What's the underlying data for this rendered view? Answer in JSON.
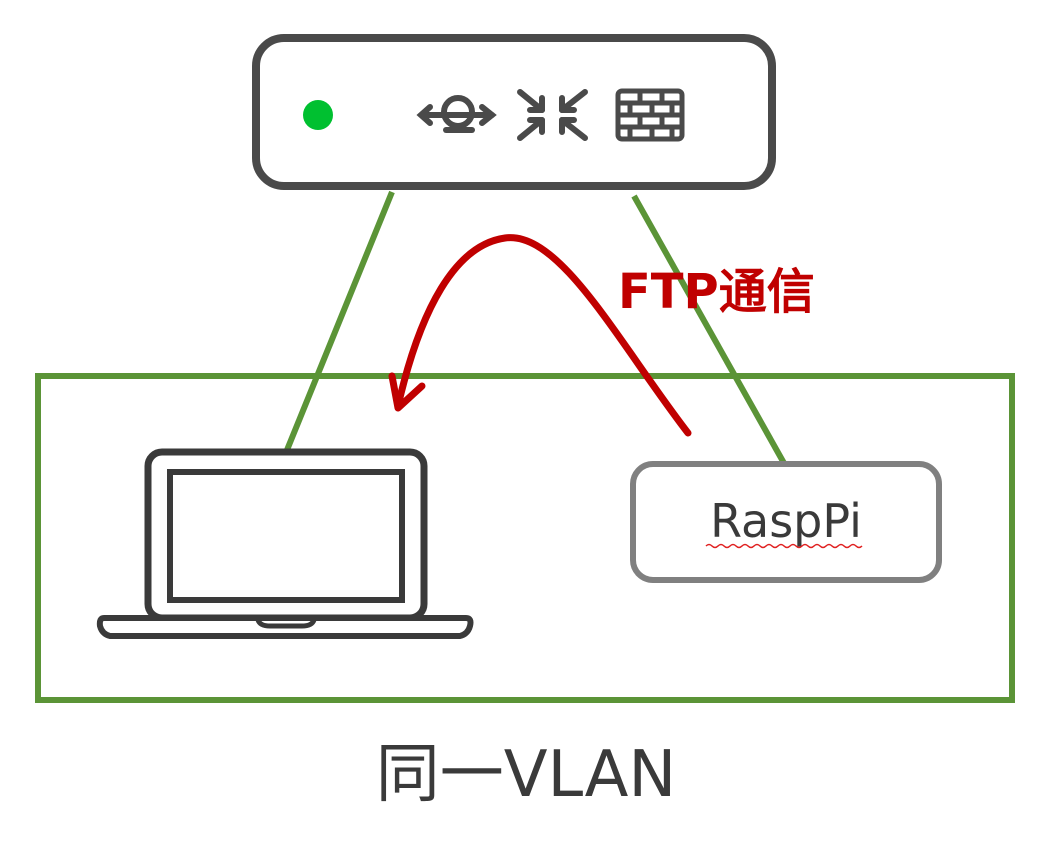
{
  "router": {
    "status_color": "#00c030",
    "icons": [
      "usb-icon",
      "shuffle-icon",
      "firewall-icon"
    ]
  },
  "vlan": {
    "border_color": "#5b9437",
    "caption": "同一VLAN"
  },
  "raspberry_pi": {
    "label": "RaspPi"
  },
  "connection": {
    "label": "FTP通信",
    "color": "#c00000",
    "link_color": "#5b9437"
  }
}
